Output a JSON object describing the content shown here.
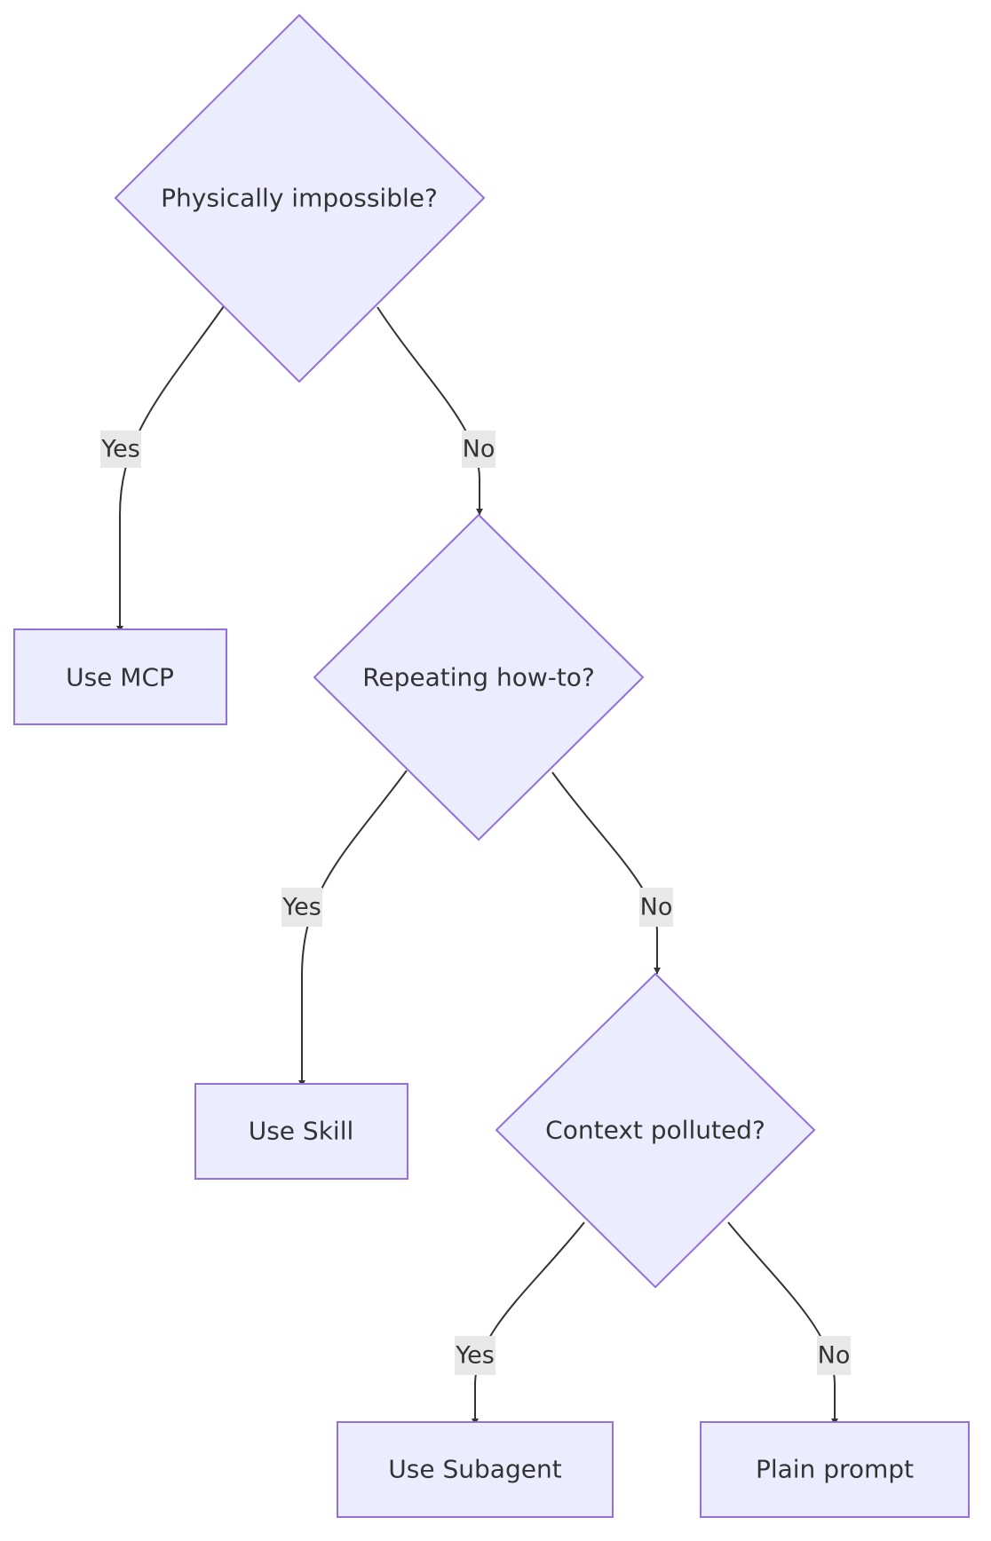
{
  "colors": {
    "node_fill": "#ececff",
    "node_stroke": "#9370db",
    "edge": "#333333",
    "label_bg": "#e8e8e8",
    "text": "#333333"
  },
  "nodes": {
    "q1": {
      "label": "Physically impossible?",
      "shape": "decision"
    },
    "q2": {
      "label": "Repeating how-to?",
      "shape": "decision"
    },
    "q3": {
      "label": "Context polluted?",
      "shape": "decision"
    },
    "mcp": {
      "label": "Use MCP",
      "shape": "process"
    },
    "skill": {
      "label": "Use Skill",
      "shape": "process"
    },
    "subagent": {
      "label": "Use Subagent",
      "shape": "process"
    },
    "plain": {
      "label": "Plain prompt",
      "shape": "process"
    }
  },
  "edges": [
    {
      "from": "q1",
      "to": "mcp",
      "label": "Yes"
    },
    {
      "from": "q1",
      "to": "q2",
      "label": "No"
    },
    {
      "from": "q2",
      "to": "skill",
      "label": "Yes"
    },
    {
      "from": "q2",
      "to": "q3",
      "label": "No"
    },
    {
      "from": "q3",
      "to": "subagent",
      "label": "Yes"
    },
    {
      "from": "q3",
      "to": "plain",
      "label": "No"
    }
  ]
}
